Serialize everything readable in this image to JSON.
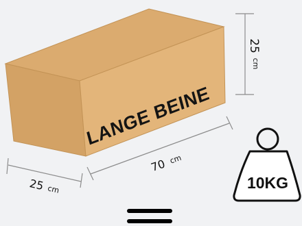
{
  "box": {
    "brand_text": "LANGE BEINE",
    "height_value": "25",
    "length_value": "70",
    "depth_value": "25",
    "unit": "cm",
    "colors": {
      "side": "#e3b57a",
      "front": "#d3a265",
      "top": "#dbab6f",
      "edge": "#c39356",
      "text": "#141414"
    }
  },
  "weight": {
    "label": "10KG",
    "icon": "weight-icon",
    "colors": {
      "body": "#ffffff",
      "stroke": "#111111",
      "text": "#111111"
    }
  },
  "dimension_line_color": "#8c8c8c",
  "menu": {
    "icon": "hamburger-menu-icon"
  }
}
